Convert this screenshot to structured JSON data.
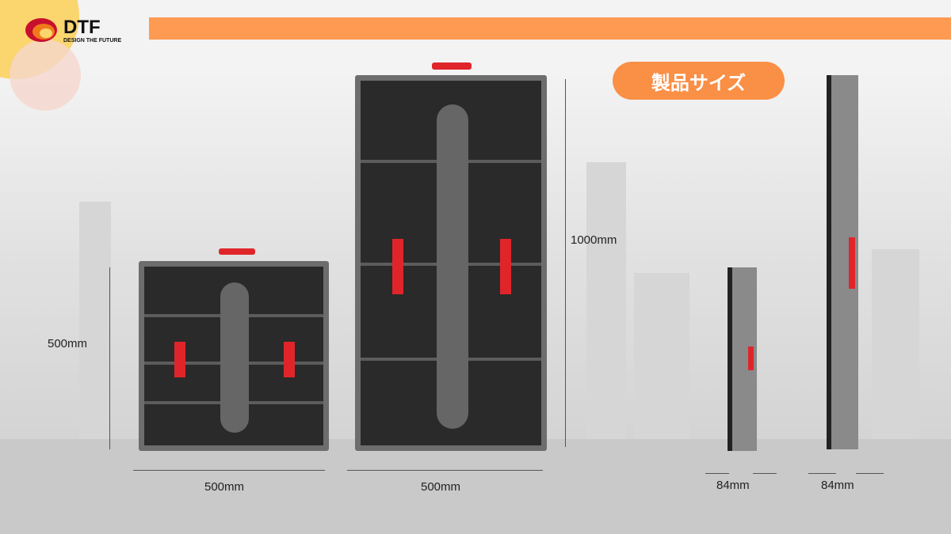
{
  "brand": {
    "name": "DTF",
    "tagline": "DESIGN THE FUTURE"
  },
  "title": "製品サイズ",
  "colors": {
    "accent": "#fa8f46",
    "bar": "#ff9a52",
    "red": "#e0252a"
  },
  "dimensions": {
    "small_panel": {
      "height": "500mm",
      "width": "500mm"
    },
    "large_panel": {
      "height": "1000mm",
      "width": "500mm"
    },
    "small_depth": "84mm",
    "large_depth": "84mm"
  }
}
